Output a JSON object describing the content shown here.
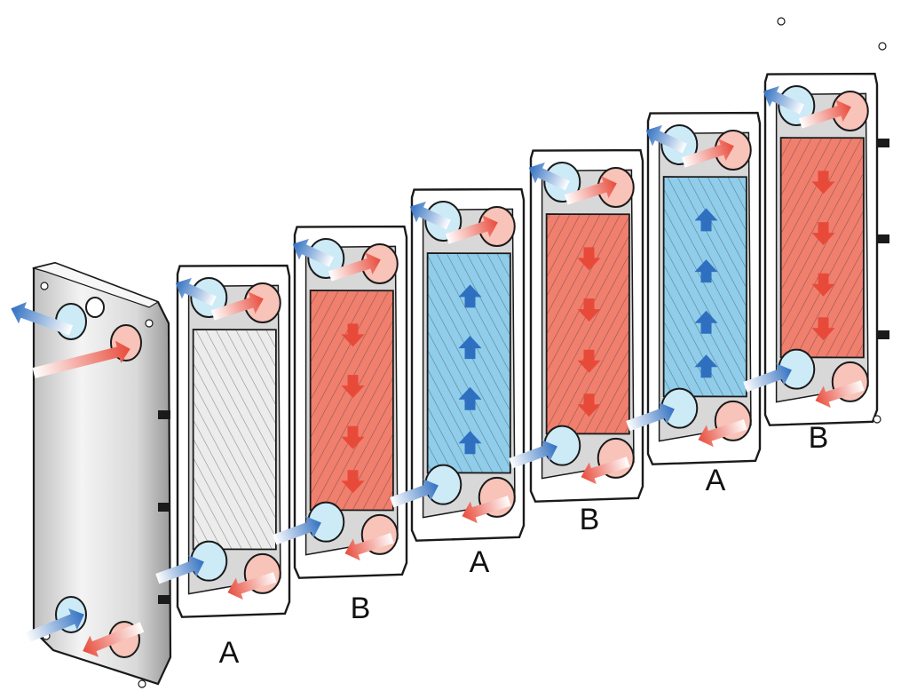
{
  "colors": {
    "hot": "#f07f6e",
    "hot_light": "#f8c3b8",
    "hot_arrow": "#e84a3a",
    "cold": "#8fcdea",
    "cold_light": "#cdeaf7",
    "cold_arrow": "#2f6fc0",
    "neutral": "#ececec",
    "outline": "#1a1a1a",
    "frame": "#d8d8d8"
  },
  "icons": {
    "hot_flow": "arrow-down-icon",
    "cold_flow": "arrow-up-icon",
    "port": "port-circle-icon"
  },
  "plates": [
    {
      "label": "A",
      "fill": "neutral",
      "flow": "none"
    },
    {
      "label": "B",
      "fill": "hot",
      "flow": "down"
    },
    {
      "label": "A",
      "fill": "cold",
      "flow": "up"
    },
    {
      "label": "B",
      "fill": "hot",
      "flow": "down"
    },
    {
      "label": "A",
      "fill": "cold",
      "flow": "up"
    },
    {
      "label": "B",
      "fill": "hot",
      "flow": "down"
    }
  ]
}
